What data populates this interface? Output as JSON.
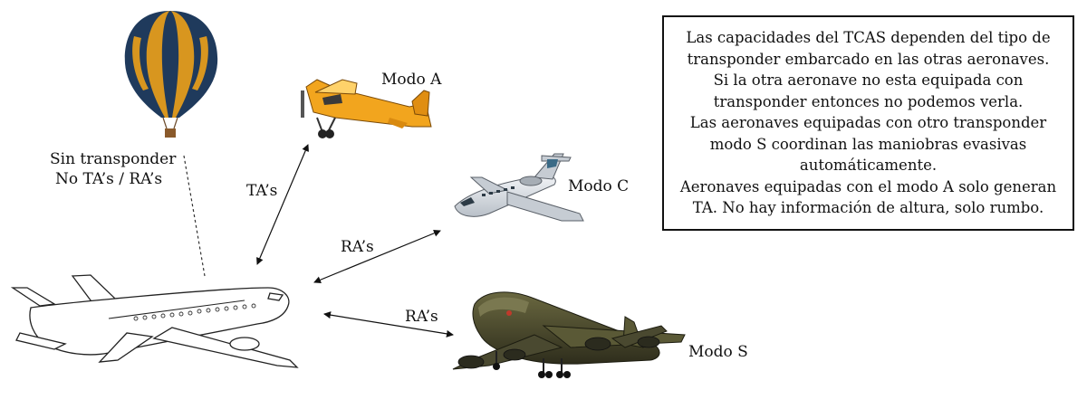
{
  "labels": {
    "sin_transponder_line1": "Sin transponder",
    "sin_transponder_line2": "No TA’s / RA’s",
    "modo_a": "Modo A",
    "modo_c": "Modo C",
    "modo_s": "Modo S",
    "ta_arrow": "TA’s",
    "ra_arrow_c": "RA’s",
    "ra_arrow_s": "RA’s"
  },
  "info_box": {
    "lines": [
      "Las capacidades del TCAS dependen del tipo de",
      "transponder embarcado en las otras aeronaves.",
      "Si la otra aeronave no esta equipada con",
      "transponder entonces no podemos verla.",
      "Las aeronaves equipadas con otro transponder",
      "modo S coordinan las maniobras evasivas",
      "automáticamente.",
      "Aeronaves equipadas con el modo A solo generan",
      "TA. No hay información de altura, solo rumbo."
    ]
  },
  "colors": {
    "balloon_blue": "#1f3a5c",
    "balloon_gold": "#d8961f",
    "mode_a_plane": "#f2a51e",
    "mode_s_plane": "#4b4a2e",
    "jet_grey": "#d9dde2"
  }
}
